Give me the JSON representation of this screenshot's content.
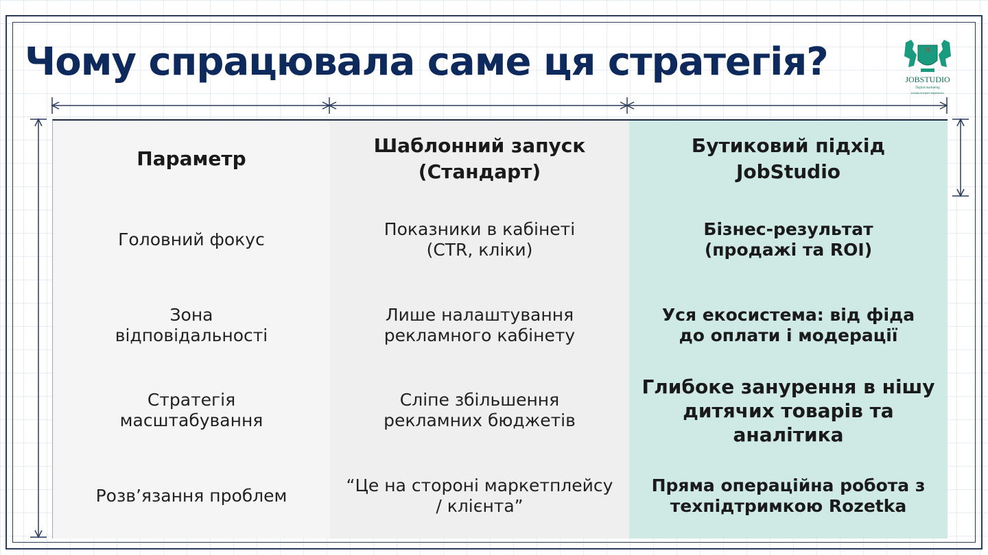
{
  "title": "Чому спрацювала саме ця стратегія?",
  "logo": {
    "name": "JOBSTUDIO",
    "tagline_1": "Digital marketing",
    "tagline_2": "агенція інтернет-маркетингу",
    "monogram": "JS"
  },
  "colors": {
    "title": "#0e2a5c",
    "accent_column": "#cfe9e5",
    "brand_green": "#1a9b7f"
  },
  "table": {
    "headers": [
      "Параметр",
      "Шаблонний запуск (Стандарт)",
      "Бутиковий підхід JobStudio"
    ],
    "rows": [
      [
        "Головний фокус",
        "Показники в кабінеті (CTR, кліки)",
        "Бізнес-результат (продажі та ROI)"
      ],
      [
        "Зона відповідальності",
        "Лише налаштування рекламного кабінету",
        "Уся екосистема: від фіда до оплати і модерації"
      ],
      [
        "Стратегія масштабування",
        "Сліпе збільшення рекламних бюджетів",
        "Глибоке занурення в нішу дитячих товарів та аналітика"
      ],
      [
        "Розв’язання проблем",
        "“Це на стороні маркетплейсу / клієнта”",
        "Пряма операційна робота з техпідтримкою Rozetka"
      ]
    ]
  }
}
